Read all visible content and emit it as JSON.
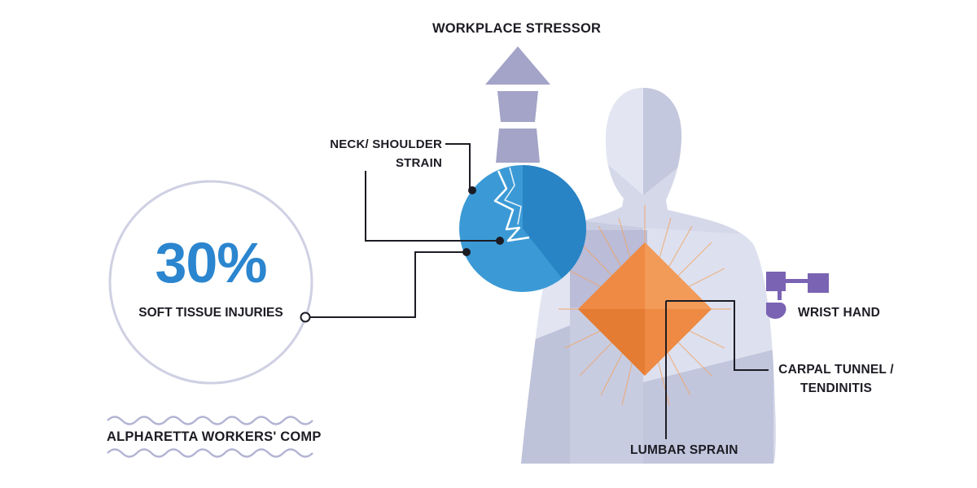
{
  "title": "WORKPLACE STRESSOR",
  "stat": {
    "value": "30%",
    "caption": "SOFT TISSUE INJURIES"
  },
  "brand": "ALPHARETTA WORKERS' COMP",
  "labels": {
    "neck": [
      "NECK/ SHOULDER",
      "STRAIN"
    ],
    "wrist": "WRIST HAND",
    "carpal": [
      "CARPAL TUNNEL /",
      "TENDINITIS"
    ],
    "lumbar": "LUMBAR SPRAIN"
  },
  "colors": {
    "blue": "#2b86cf",
    "orange": "#ee8a43",
    "purple": "#7a63b3",
    "silhouette": "#cfd3e6",
    "arrow": "#a3a4c7"
  }
}
